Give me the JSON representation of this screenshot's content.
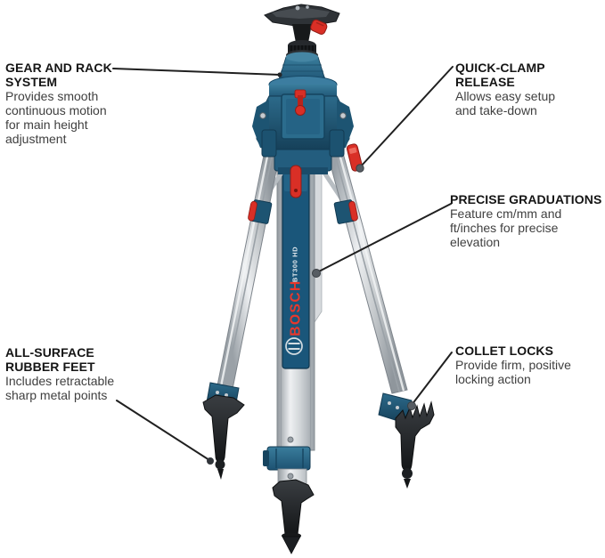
{
  "product": {
    "brand": "BOSCH",
    "model": "BT300 HD"
  },
  "callouts": {
    "gear_rack": {
      "title": "GEAR AND RACK\nSYSTEM",
      "body": "Provides smooth\ncontinuous motion\nfor main height\nadjustment"
    },
    "quick_clamp": {
      "title": "QUICK-CLAMP\nRELEASE",
      "body": "Allows easy setup\nand take-down"
    },
    "graduations": {
      "title": "PRECISE GRADUATIONS",
      "body": "Feature cm/mm and\nft/inches for precise\nelevation"
    },
    "rubber_feet": {
      "title": "ALL-SURFACE\nRUBBER FEET",
      "body": "Includes retractable\nsharp metal points"
    },
    "collet_locks": {
      "title": "COLLET LOCKS",
      "body": "Provide firm, positive\nlocking action"
    }
  },
  "colors": {
    "bosch_red": "#d92f26",
    "bosch_teal": "#2b6c8d",
    "strip_navy": "#1a567a",
    "aluminum": "#d3d7da",
    "title_text": "#151515",
    "body_text": "#3f3f3f",
    "callout_line": "#202020"
  }
}
